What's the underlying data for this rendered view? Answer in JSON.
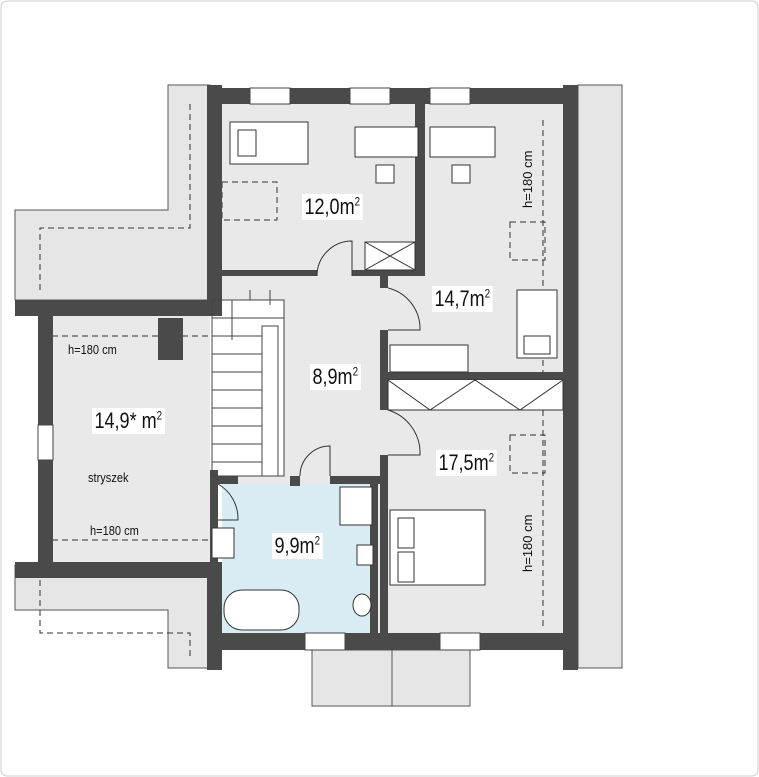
{
  "rooms": [
    {
      "id": "bedroom-1",
      "area": "12,0m",
      "unit": "2"
    },
    {
      "id": "bedroom-2",
      "area": "14,7m",
      "unit": "2"
    },
    {
      "id": "hall",
      "area": "8,9m",
      "unit": "2"
    },
    {
      "id": "bedroom-3",
      "area": "17,5m",
      "unit": "2"
    },
    {
      "id": "attic",
      "area": "14,9* m",
      "unit": "2",
      "name": "stryszek"
    },
    {
      "id": "bathroom",
      "area": "9,9m",
      "unit": "2"
    }
  ],
  "heights": {
    "attic_top": "h=180 cm",
    "attic_bottom": "h=180 cm",
    "right_top": "h=180 cm",
    "right_bottom": "h=180 cm"
  },
  "colors": {
    "wall": "#4a4a4a",
    "floor": "#e9e9e9",
    "bathroom": "#d9ecf4",
    "overhang": "#e4e4e4"
  }
}
